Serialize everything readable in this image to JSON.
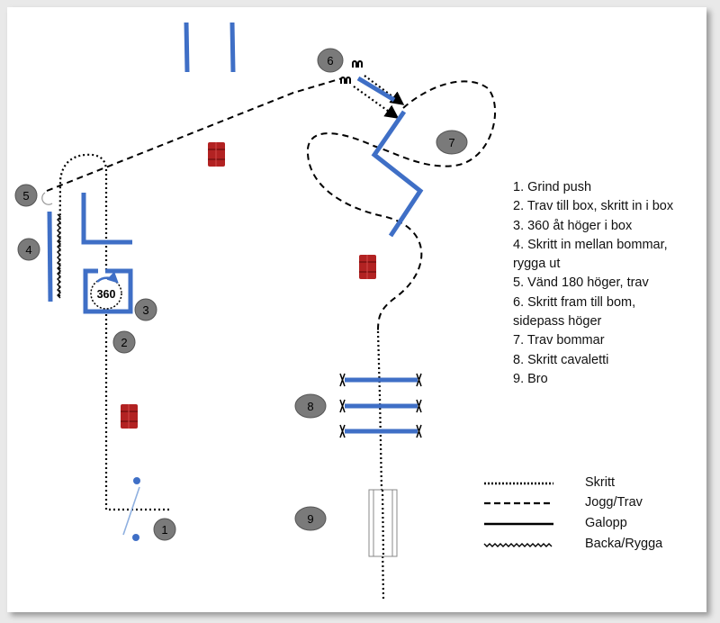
{
  "steps": [
    "1. Grind push",
    "2. Trav till box, skritt in i box",
    "3. 360 åt höger i box",
    "4. Skritt in mellan bommar,\nrygga ut",
    "5. Vänd 180 höger, trav",
    "6. Skritt fram till bom,\nsidepass höger",
    "7. Trav bommar",
    "8. Skritt cavaletti",
    "9. Bro"
  ],
  "badges": [
    "1",
    "2",
    "3",
    "4",
    "5",
    "6",
    "7",
    "8",
    "9"
  ],
  "box_label": "360",
  "legend": {
    "walk": "Skritt",
    "trot": "Jogg/Trav",
    "canter": "Galopp",
    "backup": "Backa/Rygga"
  },
  "colors": {
    "obstacle_blue": "#3f6fc6",
    "barrel_red": "#b22222",
    "badge_grey": "#7a7a7a"
  }
}
